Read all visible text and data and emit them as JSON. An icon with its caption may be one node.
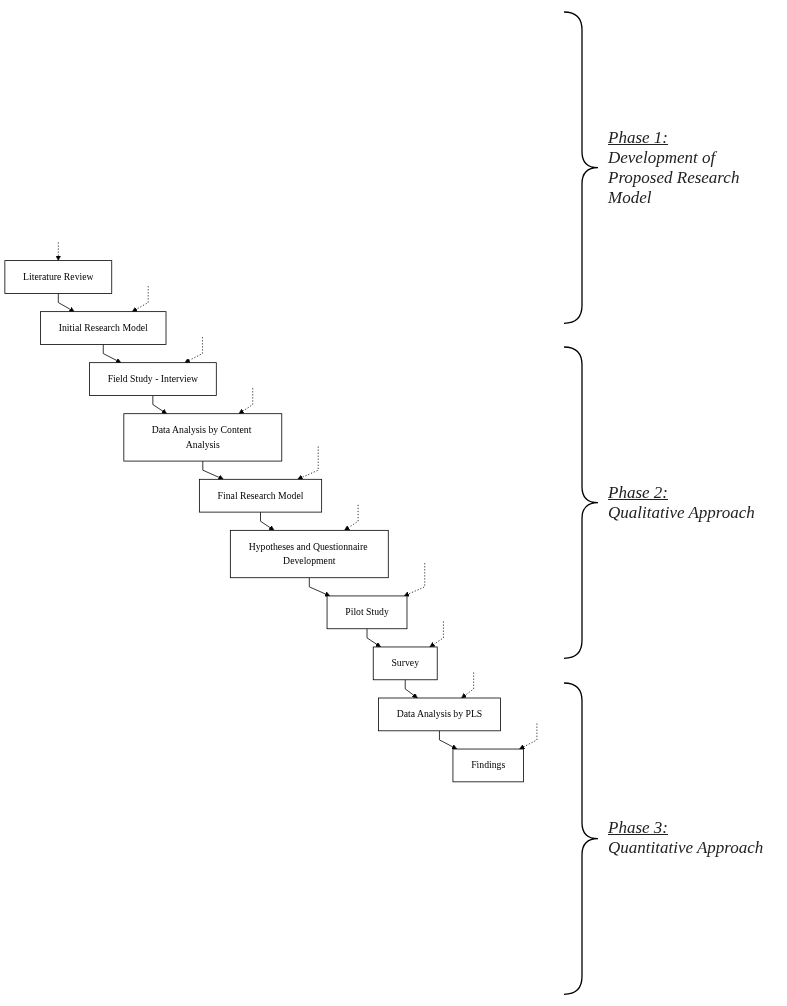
{
  "diagram": {
    "nodes": [
      {
        "text": [
          "Literature Review"
        ]
      },
      {
        "text": [
          "Initial Research Model"
        ]
      },
      {
        "text": [
          "Field Study - Interview"
        ]
      },
      {
        "text": [
          "Data Analysis by Content Analysis"
        ]
      },
      {
        "text": [
          "Final Research Model"
        ]
      },
      {
        "text": [
          "Hypotheses and Questionnaire Development"
        ]
      },
      {
        "text": [
          "Pilot Study"
        ]
      },
      {
        "text": [
          "Survey"
        ]
      },
      {
        "text": [
          "Data Analysis by PLS"
        ]
      },
      {
        "text": [
          "Findings"
        ]
      }
    ],
    "edges": [
      {
        "from": 0,
        "to": 1,
        "arrow": "to"
      },
      {
        "from": 1,
        "to": 2,
        "arrow": "to"
      },
      {
        "from": 2,
        "to": 3,
        "arrow": "to"
      },
      {
        "from": 3,
        "to": 4,
        "arrow": "to"
      },
      {
        "from": 4,
        "to": 5,
        "arrow": "to"
      },
      {
        "from": 5,
        "to": 6,
        "arrow": "to"
      },
      {
        "from": 6,
        "to": 7,
        "arrow": "to"
      },
      {
        "from": 7,
        "to": 8,
        "arrow": "to"
      },
      {
        "from": 8,
        "to": 9,
        "arrow": "to"
      },
      {
        "from": null,
        "to": 0,
        "arrow": "to",
        "style": "dashed"
      },
      {
        "from": null,
        "to": 1,
        "arrow": "to",
        "style": "dashed"
      },
      {
        "from": null,
        "to": 2,
        "arrow": "to",
        "style": "dashed"
      },
      {
        "from": null,
        "to": 3,
        "arrow": "to",
        "style": "dashed"
      },
      {
        "from": null,
        "to": 4,
        "arrow": "to",
        "style": "dashed"
      },
      {
        "from": null,
        "to": 5,
        "arrow": "to",
        "style": "dashed"
      },
      {
        "from": null,
        "to": 6,
        "arrow": "to",
        "style": "dashed"
      },
      {
        "from": null,
        "to": 7,
        "arrow": "to",
        "style": "dashed"
      },
      {
        "from": null,
        "to": 8,
        "arrow": "to",
        "style": "dashed"
      },
      {
        "from": null,
        "to": 9,
        "arrow": "to",
        "style": "dashed"
      }
    ],
    "labels": [
      "Phase 1:",
      "Development of Proposed Research Model",
      "Phase 2:",
      "Qualitative Approach",
      "Phase 3:",
      "Quantitative Approach"
    ]
  }
}
